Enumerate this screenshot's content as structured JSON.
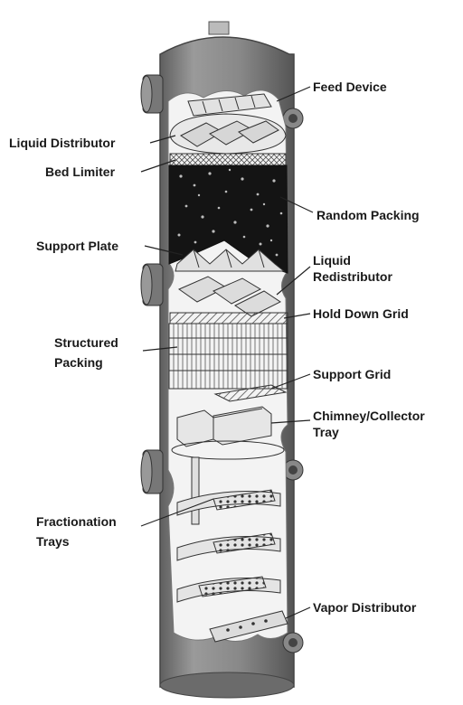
{
  "labels": {
    "feed_device": "Feed Device",
    "liquid_distributor": "Liquid Distributor",
    "bed_limiter": "Bed Limiter",
    "random_packing": "Random Packing",
    "support_plate": "Support Plate",
    "liquid_redistributor_line1": "Liquid",
    "liquid_redistributor_line2": "Redistributor",
    "hold_down_grid": "Hold Down Grid",
    "structured_packing_line1": "Structured",
    "structured_packing_line2": "Packing",
    "support_grid": "Support Grid",
    "chimney_collector_tray_line1": "Chimney/Collector",
    "chimney_collector_tray_line2": "Tray",
    "fractionation_trays_line1": "Fractionation",
    "fractionation_trays_line2": "Trays",
    "vapor_distributor": "Vapor Distributor"
  },
  "colors": {
    "shell": "#8a8a8a",
    "shell_dark": "#5e5e5e",
    "interior": "#f2f2f2",
    "internals": "#e6e6e6",
    "outline": "#333333",
    "packing": "#111111",
    "label_text": "#1a1a1a"
  }
}
